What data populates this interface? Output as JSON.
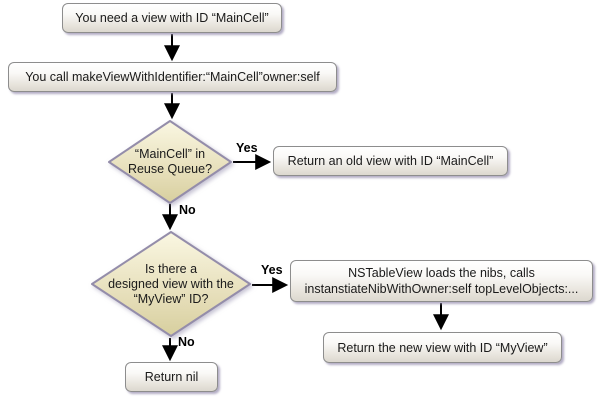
{
  "flowchart": {
    "nodes": {
      "need_view": {
        "label": "You need a view with ID “MainCell”"
      },
      "make_view_call": {
        "label": "You call makeViewWithIdentifier:“MainCell”owner:self"
      },
      "reuse_queue_decision": {
        "line1": "“MainCell” in",
        "line2": "Reuse Queue?"
      },
      "return_old_view": {
        "label": "Return an old view with ID “MainCell”"
      },
      "designed_view_decision": {
        "line1": "Is there a",
        "line2": "designed view with the",
        "line3": "“MyView” ID?"
      },
      "load_nibs": {
        "line1": "NSTableView loads the nibs, calls",
        "line2": "instanstiateNibWithOwner:self topLevelObjects:..."
      },
      "return_new_view": {
        "label": "Return the new view with ID “MyView”"
      },
      "return_nil": {
        "label": "Return nil"
      }
    },
    "edge_labels": {
      "reuse_yes": "Yes",
      "reuse_no": "No",
      "designed_yes": "Yes",
      "designed_no": "No"
    },
    "colors": {
      "background": "#ffffff",
      "box_fill_top": "#ffffff",
      "box_fill_bottom": "#dcd8cf",
      "box_border": "#8d8d8d",
      "diamond_fill_top": "#faf7e2",
      "diamond_fill_bottom": "#d7cf9e",
      "diamond_border": "#948daa",
      "arrow": "#000000",
      "shadow": "#9a92b2",
      "text": "#1a1a1a"
    }
  }
}
